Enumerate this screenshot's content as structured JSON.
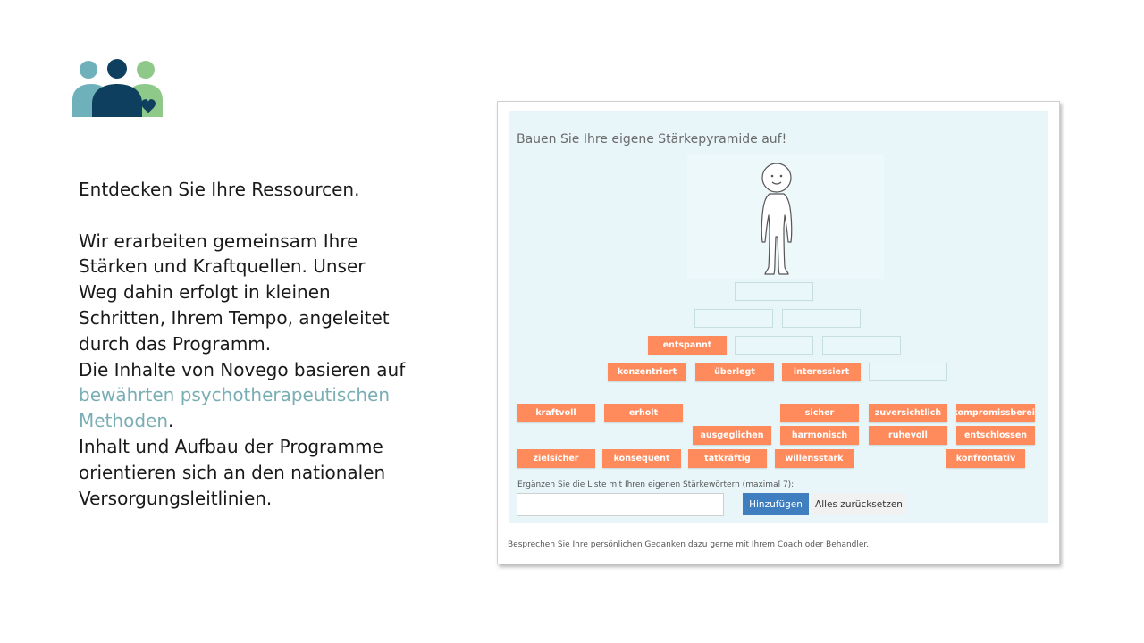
{
  "intro": {
    "line_1": "Entdecken Sie Ihre Ressourcen.",
    "para_1": "Wir erarbeiten gemeinsam Ihre Stärken und Kraftquellen. Unser Weg dahin erfolgt in kleinen Schritten, Ihrem Tempo, angeleitet durch das Programm.",
    "para_2_start": "Die Inhalte von Novego basieren auf ",
    "para_2_link": "bewährten psychotherapeutischen Methoden",
    "para_2_end": ".",
    "para_3": "Inhalt und Aufbau der Programme orientieren sich an den nationalen Versorgungsleitlinien."
  },
  "colors": {
    "logo_teal": "#6fb1ba",
    "logo_navy": "#0e3f5e",
    "logo_green": "#8fc98a",
    "panel_bg": "#e8f6f9",
    "chip": "#ff8a5c",
    "link": "#7aaeb5",
    "primary_button": "#3f7fbf"
  },
  "app": {
    "title": "Bauen Sie Ihre eigene Stärkepyramide auf!",
    "pyramid_chips": [
      "entspannt",
      "konzentriert",
      "überlegt",
      "interessiert"
    ],
    "pool": {
      "row_1": [
        "kraftvoll",
        "erholt",
        "sicher",
        "zuversichtlich",
        "kompromissbereit"
      ],
      "row_2": [
        "ausgeglichen",
        "harmonisch",
        "ruhevoll",
        "entschlossen"
      ],
      "row_3": [
        "zielsicher",
        "konsequent",
        "tatkräftig",
        "willensstark",
        "konfrontativ"
      ]
    },
    "add_label": "Ergänzen Sie die Liste mit Ihren eigenen Stärkewörtern (maximal 7):",
    "add_input_value": "",
    "add_button": "Hinzufügen",
    "reset_button": "Alles zurücksetzen",
    "footer_note": "Besprechen Sie Ihre persönlichen Gedanken dazu gerne mit Ihrem Coach oder Behandler."
  }
}
